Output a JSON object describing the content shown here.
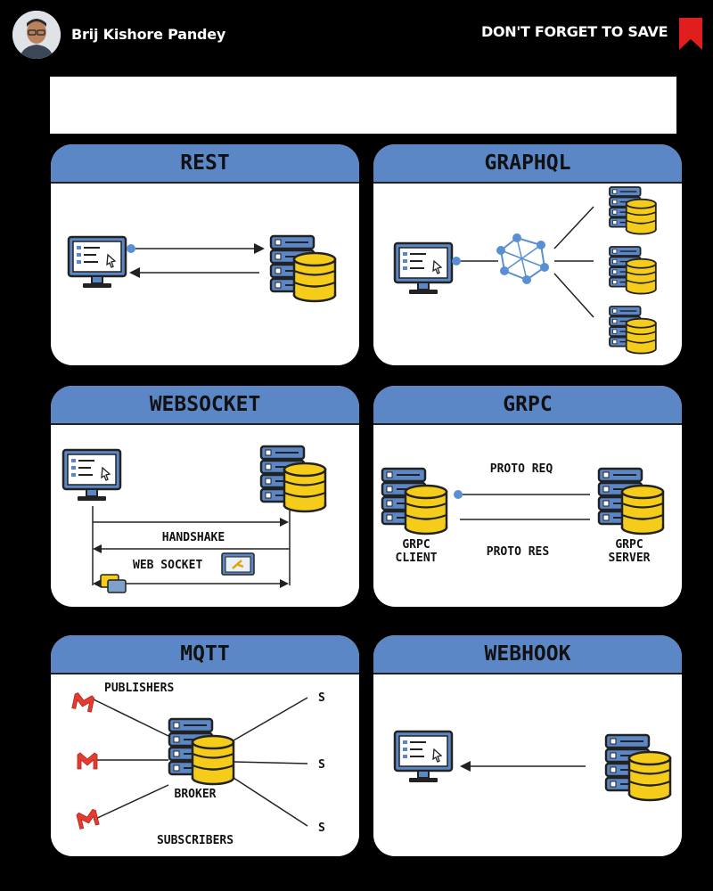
{
  "header": {
    "author_name": "Brij Kishore Pandey",
    "save_cta": "DON'T FORGET TO SAVE"
  },
  "panels": {
    "rest": {
      "title": "REST"
    },
    "graphql": {
      "title": "GRAPHQL"
    },
    "websocket": {
      "title": "WEBSOCKET",
      "handshake": "HANDSHAKE",
      "web_socket": "WEB SOCKET"
    },
    "grpc": {
      "title": "GRPC",
      "proto_req": "PROTO REQ",
      "proto_res": "PROTO RES",
      "client_line1": "GRPC",
      "client_line2": "CLIENT",
      "server_line1": "GRPC",
      "server_line2": "SERVER"
    },
    "mqtt": {
      "title": "MQTT",
      "publishers": "PUBLISHERS",
      "broker": "BROKER",
      "subscribers": "SUBSCRIBERS",
      "subscriber_glyph": "S"
    },
    "webhook": {
      "title": "WEBHOOK"
    }
  },
  "colors": {
    "accent_blue": "#5b87c6",
    "db_yellow": "#f5cc1a",
    "save_red": "#e01e1e",
    "graph_blue": "#5b8fd4"
  }
}
